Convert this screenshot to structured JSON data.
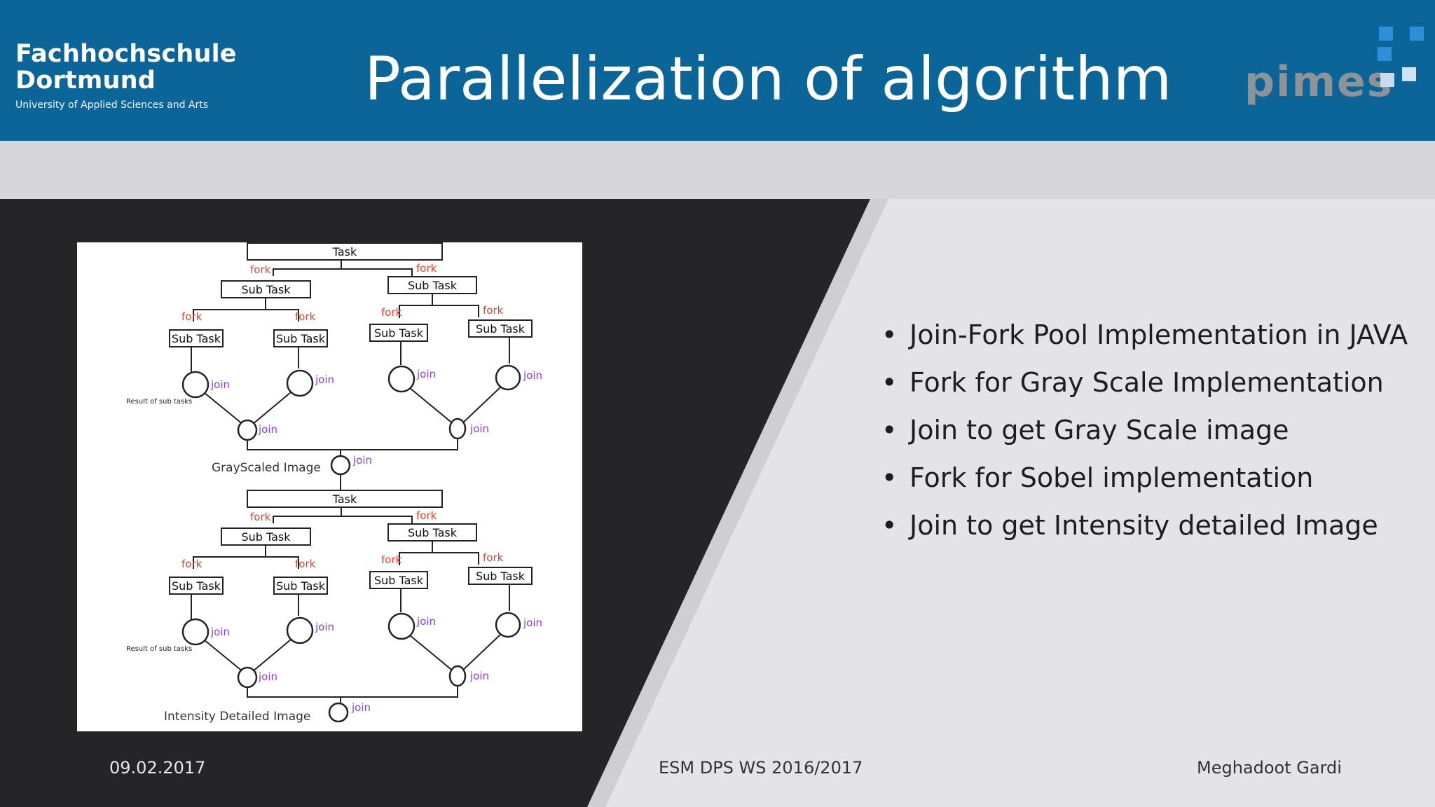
{
  "header": {
    "org_line1": "Fachhochschule",
    "org_line2": "Dortmund",
    "org_line3": "University of Applied Sciences and Arts",
    "title": "Parallelization of algorithm",
    "brand": "pimes"
  },
  "diagram": {
    "task": "Task",
    "sub_task": "Sub Task",
    "fork": "fork",
    "join": "join",
    "result_label": "Result of sub tasks",
    "gray_label": "GrayScaled Image",
    "intensity_label": "Intensity Detailed Image"
  },
  "bullets": [
    "Join-Fork Pool Implementation in JAVA",
    "Fork for Gray Scale Implementation",
    "Join to get Gray Scale image",
    "Fork for Sobel implementation",
    "Join to get Intensity detailed Image"
  ],
  "footer": {
    "date": "09.02.2017",
    "course": "ESM DPS WS 2016/2017",
    "author": "Meghadoot Gardi"
  },
  "colors": {
    "header_blue": "#0b6598",
    "dark_panel": "#252427",
    "fork_red": "#e0452f",
    "join_purple": "#8b3fd6"
  }
}
